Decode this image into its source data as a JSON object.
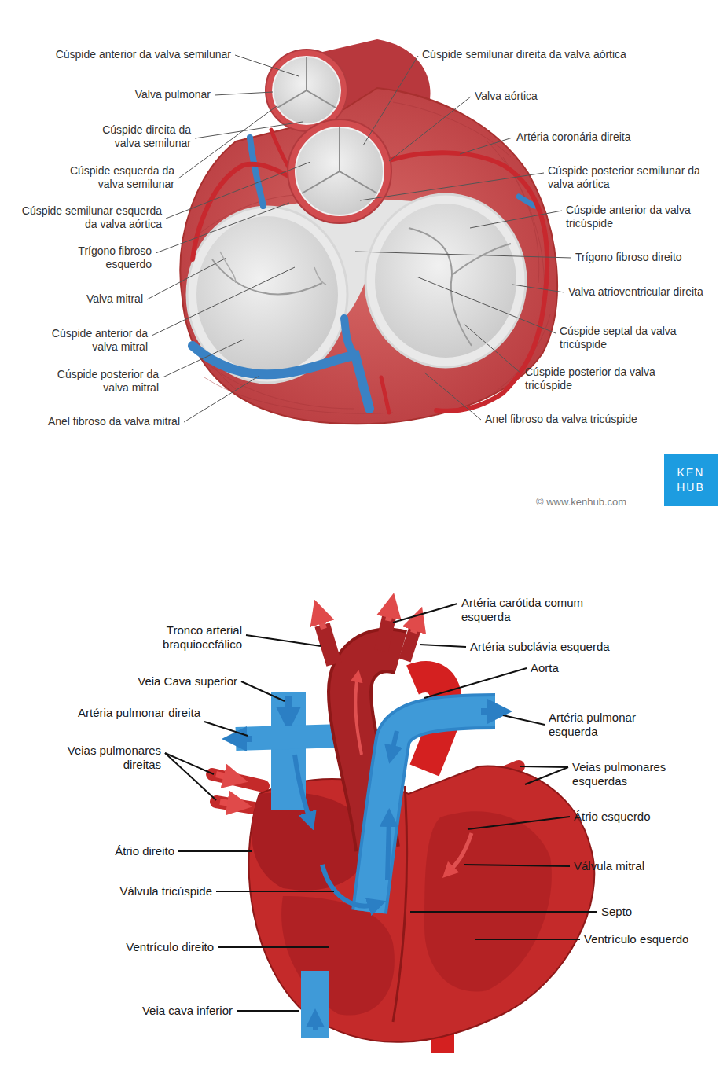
{
  "diagram": {
    "labels": [
      "Cúspide anterior da valva semilunar",
      "Valva pulmonar",
      "Cúspide direita da valva semilunar",
      "Cúspide esquerda da valva semilunar",
      "Cúspide semilunar esquerda da valva aórtica",
      "Trígono fibroso esquerdo",
      "Valva mitral",
      "Cúspide anterior da valva mitral",
      "Cúspide posterior da valva mitral",
      "Anel fibroso da valva mitral",
      "Cúspide semilunar direita da valva aórtica",
      "Valva aórtica",
      "Artéria coronária direita",
      "Cúspide posterior semilunar da valva aórtica",
      "Cúspide anterior da valva tricúspide",
      "Trígono fibroso direito",
      "Valva atrioventricular direita",
      "Cúspide septal da valva tricúspide",
      "Cúspide posterior da valva tricúspide",
      "Anel fibroso da valva tricúspide",
      "KEN HUB",
      "© www.kenhub.com",
      "Tronco arterial braquiocefálico",
      "Veia Cava superior",
      "Artéria pulmonar direita",
      "Veias pulmonares direitas",
      "Átrio direito",
      "Válvula tricúspide",
      "Ventrículo direito",
      "Veia cava inferior",
      "Artéria carótida comum esquerda",
      "Artéria subclávia esquerda",
      "Aorta",
      "Artéria pulmonar esquerda",
      "Veias pulmonares esquerdas",
      "Átrio esquerdo",
      "Válvula mitral",
      "Septo",
      "Ventrículo esquerdo"
    ]
  }
}
